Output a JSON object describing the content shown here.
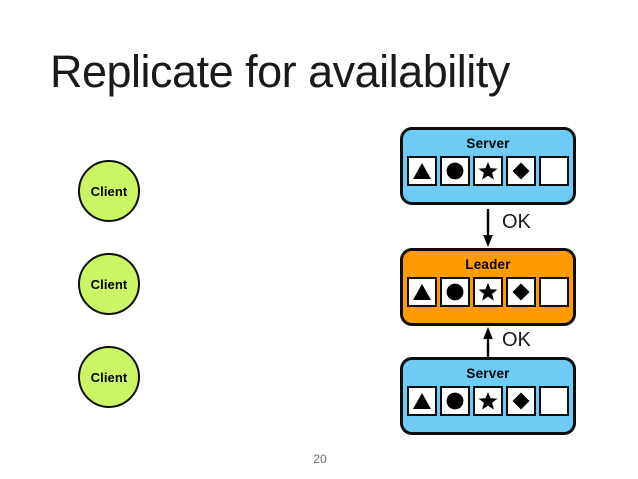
{
  "slide": {
    "title": "Replicate for availability",
    "page_number": "20",
    "background_color": "#ffffff"
  },
  "colors": {
    "server_fill": "#6ecbf5",
    "leader_fill": "#ff9a00",
    "client_fill": "#ccf566",
    "outline": "#0d0d0d",
    "log_cell_fill": "#ffffff",
    "title_text": "#1a1a1a",
    "page_number_text": "#6f6f6f"
  },
  "clients": [
    {
      "label": "Client"
    },
    {
      "label": "Client"
    },
    {
      "label": "Client"
    }
  ],
  "nodes": [
    {
      "title": "Server",
      "role": "server",
      "fill": "#6ecbf5",
      "log": [
        {
          "entry": "triangle",
          "filled": true
        },
        {
          "entry": "circle",
          "filled": true
        },
        {
          "entry": "star",
          "filled": true
        },
        {
          "entry": "diamond",
          "filled": true
        },
        {
          "entry": "empty",
          "filled": false
        }
      ]
    },
    {
      "title": "Leader",
      "role": "leader",
      "fill": "#ff9a00",
      "log": [
        {
          "entry": "triangle",
          "filled": true
        },
        {
          "entry": "circle",
          "filled": true
        },
        {
          "entry": "star",
          "filled": true
        },
        {
          "entry": "diamond",
          "filled": true
        },
        {
          "entry": "empty",
          "filled": false
        }
      ]
    },
    {
      "title": "Server",
      "role": "server",
      "fill": "#6ecbf5",
      "log": [
        {
          "entry": "triangle",
          "filled": true
        },
        {
          "entry": "circle",
          "filled": true
        },
        {
          "entry": "star",
          "filled": true
        },
        {
          "entry": "diamond",
          "filled": true
        },
        {
          "entry": "empty",
          "filled": false
        }
      ]
    }
  ],
  "arrows": [
    {
      "label": "OK",
      "direction": "down",
      "from": "server-top",
      "to": "leader"
    },
    {
      "label": "OK",
      "direction": "up",
      "from": "server-bottom",
      "to": "leader"
    }
  ]
}
